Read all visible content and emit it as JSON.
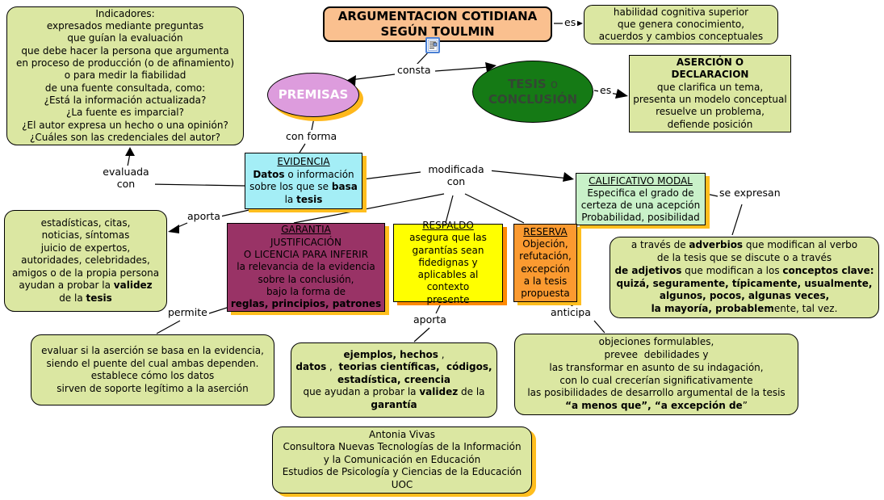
{
  "nodes": {
    "indicadores": {
      "lines": [
        [
          "Indicadores:"
        ],
        [
          "expresados mediante preguntas"
        ],
        [
          "que guían la evaluación"
        ],
        [
          "que debe hacer la persona que argumenta"
        ],
        [
          "en proceso de producción (o de afinamiento)"
        ],
        [
          "o para medir la fiabilidad"
        ],
        [
          "de una fuente consultada, como:"
        ],
        [
          "¿Está la información actualizada?"
        ],
        [
          "¿La fuente es imparcial?"
        ],
        [
          "¿El autor expresa un hecho o una opinión?"
        ],
        [
          "¿Cuáles son las credenciales del autor?"
        ]
      ]
    },
    "title": {
      "lines": [
        [
          {
            "t": "ARGUMENTACION COTIDIANA",
            "b": true
          }
        ],
        [
          {
            "t": "SEGÚN TOULMIN",
            "b": true
          }
        ]
      ]
    },
    "habilidad": {
      "lines": [
        [
          "habilidad cognitiva superior"
        ],
        [
          "que genera conocimiento,"
        ],
        [
          "acuerdos y cambios conceptuales"
        ]
      ]
    },
    "asercion": {
      "lines": [
        [
          {
            "t": "ASERCIÓN O",
            "b": true
          }
        ],
        [
          {
            "t": "DECLARACION",
            "b": true
          }
        ],
        [
          "que clarifica un tema,"
        ],
        [
          "presenta un modelo conceptual"
        ],
        [
          "resuelve un problema,"
        ],
        [
          "defiende posición"
        ]
      ]
    },
    "premisas": {
      "label": "PREMISAS"
    },
    "tesis": {
      "lines": [
        [
          {
            "t": "TESIS ",
            "b": true
          },
          {
            "t": "o"
          }
        ],
        [
          {
            "t": "CONCLUSIÓN",
            "b": true
          }
        ]
      ]
    },
    "evidencia": {
      "lines": [
        [
          {
            "t": "EVIDENCIA",
            "u": true
          }
        ],
        [
          {
            "t": "Datos",
            "b": true
          },
          {
            "t": " o información"
          }
        ],
        [
          {
            "t": "sobre los que se "
          },
          {
            "t": "basa",
            "b": true
          }
        ],
        [
          {
            "t": "la "
          },
          {
            "t": "tesis",
            "b": true
          }
        ]
      ]
    },
    "calificativo": {
      "lines": [
        [
          {
            "t": "CALIFICATIVO MODAL",
            "u": true
          }
        ],
        [
          "Especifica el grado de"
        ],
        [
          "certeza de una acepción"
        ],
        [
          "Probabilidad, posibilidad"
        ]
      ]
    },
    "estadisticas": {
      "lines": [
        [
          "estadísticas, citas,"
        ],
        [
          "noticias, síntomas"
        ],
        [
          "juicio de expertos,"
        ],
        [
          "autoridades, celebridades,"
        ],
        [
          "amigos o de la propia persona"
        ],
        [
          {
            "t": "ayudan a probar la "
          },
          {
            "t": "validez",
            "b": true
          }
        ],
        [
          {
            "t": "de la "
          },
          {
            "t": "tesis",
            "b": true
          }
        ]
      ]
    },
    "garantia": {
      "lines": [
        [
          {
            "t": "GARANTIA",
            "u": true
          }
        ],
        [
          "JUSTIFICACIÓN"
        ],
        [
          "O LICENCIA PARA INFERIR"
        ],
        [
          "la relevancia de la evidencia"
        ],
        [
          "sobre la conclusión,"
        ],
        [
          "bajo la forma de"
        ],
        [
          {
            "t": "reglas, principios, patrones",
            "b": true
          }
        ]
      ]
    },
    "respaldo": {
      "lines": [
        [
          {
            "t": "RESPALDO",
            "u": true
          }
        ],
        [
          "asegura que las"
        ],
        [
          "garantías sean"
        ],
        [
          "fidedignas y"
        ],
        [
          "aplicables al contexto"
        ],
        [
          "presente"
        ]
      ]
    },
    "reserva": {
      "lines": [
        [
          {
            "t": "RESERVA",
            "u": true
          }
        ],
        [
          "Objeción,"
        ],
        [
          "refutación,"
        ],
        [
          "excepción"
        ],
        [
          "a la tesis"
        ],
        [
          "propuesta"
        ]
      ]
    },
    "adverbios": {
      "lines": [
        [
          {
            "t": "a través de "
          },
          {
            "t": "adverbios",
            "b": true
          },
          {
            "t": " que modifican al verbo"
          }
        ],
        [
          "de la tesis que se discute o a través"
        ],
        [
          {
            "t": "de adjetivos",
            "b": true
          },
          {
            "t": " que modifican a los "
          },
          {
            "t": "conceptos clave:",
            "b": true
          }
        ],
        [
          {
            "t": "quizá, seguramente, típicamente, usualmente,",
            "b": true
          }
        ],
        [
          {
            "t": "algunos, pocos, algunas veces,",
            "b": true
          }
        ],
        [
          {
            "t": "la mayoría, probablem",
            "b": true
          },
          {
            "t": "ente, tal vez."
          }
        ]
      ]
    },
    "evaluar": {
      "lines": [
        [
          "evaluar si la aserción se basa en la evidencia,"
        ],
        [
          "siendo el puente del cual ambas dependen."
        ],
        [
          "establece cómo los datos"
        ],
        [
          "sirven de soporte legítimo a la aserción"
        ]
      ]
    },
    "ejemplos": {
      "lines": [
        [
          {
            "t": "ejemplos, hechos",
            "b": true
          },
          {
            "t": " ,"
          }
        ],
        [
          {
            "t": "datos",
            "b": true
          },
          {
            "t": " ,  "
          },
          {
            "t": "teorias científicas,  códigos,",
            "b": true
          }
        ],
        [
          {
            "t": "estadística, creencia",
            "b": true
          }
        ],
        [
          {
            "t": "que ayudan a probar la "
          },
          {
            "t": "validez",
            "b": true
          },
          {
            "t": " de la"
          }
        ],
        [
          {
            "t": "garantía",
            "b": true
          }
        ]
      ]
    },
    "objeciones": {
      "lines": [
        [
          "objeciones formulables,"
        ],
        [
          "prevee  debilidades y"
        ],
        [
          "las transformar en asunto de su indagación,"
        ],
        [
          "con lo cual crecerían significativamente"
        ],
        [
          "las posibilidades de desarrollo argumental de la tesis"
        ],
        [
          {
            "t": "“a menos que”, “a excepción de",
            "b": true
          },
          {
            "t": "”"
          }
        ]
      ]
    },
    "antonia": {
      "lines": [
        [
          "Antonia Vivas"
        ],
        [
          "Consultora Nuevas Tecnologías de la Información"
        ],
        [
          "y la Comunicación en Educación"
        ],
        [
          "Estudios de Psicología y Ciencias de la Educación"
        ],
        [
          "UOC"
        ]
      ]
    }
  },
  "links": {
    "consta": "consta",
    "es_top": "es",
    "es_right": "es",
    "con_forma": "con forma",
    "evaluada_con": "evaluada\ncon",
    "aporta_left": "aporta",
    "modificada_con": "modificada\ncon",
    "se_expresan": "se expresan",
    "permite": "permite",
    "aporta_bottom": "aporta",
    "anticipa": "anticipa"
  },
  "icons": {
    "resource_icon": "document-resource-icon"
  },
  "colors": {
    "green_box": "#dbe7a2",
    "title_bg": "#fac08f",
    "premisas": "#dd9cdd",
    "premisas_shadow": "#ffb81c",
    "tesis": "#157a15",
    "evidencia": "#a4eef6",
    "calificativo": "#c9f1c9",
    "garantia": "#993366",
    "respaldo": "#ffff00",
    "reserva": "#fb9a30",
    "shadow_yellow": "#ffbe1e",
    "shadow_orange": "#ff8a00",
    "line": "#000000"
  }
}
